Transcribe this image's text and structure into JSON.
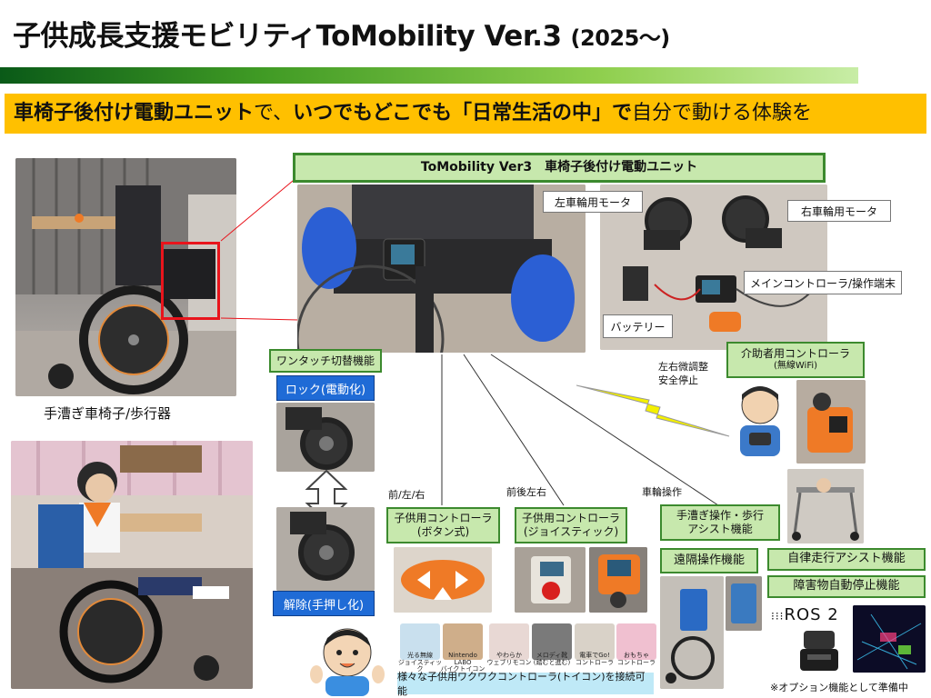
{
  "header": {
    "title": "子供成長支援モビリティToMobility Ver.3",
    "year": "(2025〜)"
  },
  "banner": {
    "p1": "車椅子後付け電動ユニット",
    "p2": "で、",
    "p3": "いつでもどこでも「日常生活の中」で",
    "p4": "自分で動ける体験を"
  },
  "left": {
    "caption1": "手漕ぎ車椅子/歩行器"
  },
  "unit_title": "ToMobility Ver3　車椅子後付け電動ユニット",
  "parts": {
    "left_motor": "左車輪用モータ",
    "right_motor": "右車輪用モータ",
    "main_controller": "メインコントローラ/操作端末",
    "battery": "バッテリー"
  },
  "switch": {
    "title": "ワンタッチ切替機能",
    "lock": "ロック(電動化)",
    "release": "解除(手押し化)"
  },
  "caregiver": {
    "title": "介助者用コントローラ",
    "sub": "(無線WiFi)",
    "note1": "左右微調整",
    "note2": "安全停止"
  },
  "controllers": {
    "dir1": "前/左/右",
    "dir2": "前後左右",
    "dir3": "車輪操作",
    "button_title": "子供用コントローラ",
    "button_sub": "(ボタン式)",
    "joy_title": "子供用コントローラ",
    "joy_sub": "(ジョイスティック)",
    "assist_title": "手漕ぎ操作・歩行",
    "assist_sub": "アシスト機能"
  },
  "features": {
    "remote": "遠隔操作機能",
    "autonomous": "自律走行アシスト機能",
    "obstacle": "障害物自動停止機能",
    "ros": "ROS 2",
    "option_note": "※オプション機能として準備中"
  },
  "toycons": {
    "items": [
      {
        "l1": "光る無線",
        "l2": "ジョイスティック"
      },
      {
        "l1": "Nintendo LABO",
        "l2": "バイクトイコン"
      },
      {
        "l1": "やわらか",
        "l2": "ウェブリモコン"
      },
      {
        "l1": "メロディ靴",
        "l2": "(踏むと進む)"
      },
      {
        "l1": "電車でGo!",
        "l2": "コントローラ"
      },
      {
        "l1": "おもちゃ",
        "l2": "コントローラ"
      }
    ],
    "bar": "様々な子供用ワクワクコントローラ(トイコン)を接続可能"
  },
  "colors": {
    "banner_bg": "#ffc000",
    "green_box": "#c7e8ad",
    "green_border": "#3c8a2e",
    "blue_box": "#1f6bd6",
    "cyan_bar": "#bfe9f7",
    "lightning": "#f4f000"
  }
}
